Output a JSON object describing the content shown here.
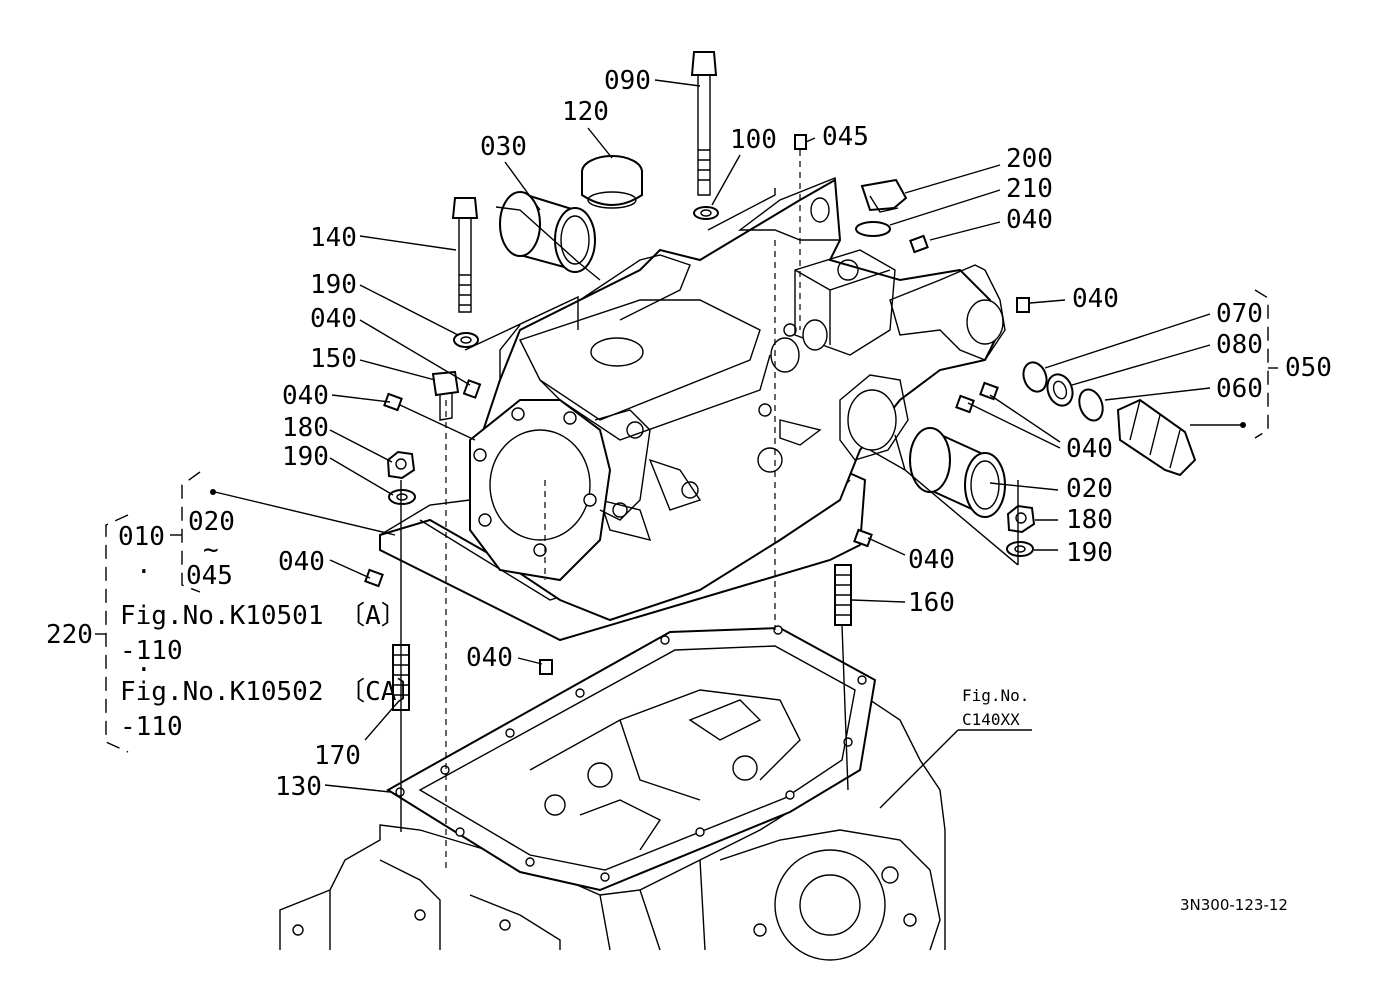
{
  "labels": {
    "l090": "090",
    "l120": "120",
    "l100": "100",
    "l045a": "045",
    "l030": "030",
    "l200": "200",
    "l210": "210",
    "l040a": "040",
    "l140": "140",
    "l040b": "040",
    "l190a": "190",
    "l040c": "040",
    "l070": "070",
    "l080": "080",
    "l050": "050",
    "l150": "150",
    "l060": "060",
    "l040d": "040",
    "l040e": "040",
    "l180a": "180",
    "l190b": "190",
    "l020a": "020",
    "l180b": "180",
    "l010": "010",
    "l020b": "020",
    "l190c": "190",
    "l040f": "040",
    "l040g": "040",
    "tilde": "~",
    "l045b": "045",
    "l160": "160",
    "dot1": "·",
    "l220": "220",
    "fig1": "Fig.No.K10501 〔A〕",
    "m110a": "-110",
    "l040h": "040",
    "dot2": "·",
    "fig2": "Fig.No.K10502 〔CA〕",
    "figC1": "Fig.No.",
    "figC2": "C140XX",
    "m110b": "-110",
    "l170": "170",
    "l130": "130",
    "code": "3N300-123-12"
  }
}
